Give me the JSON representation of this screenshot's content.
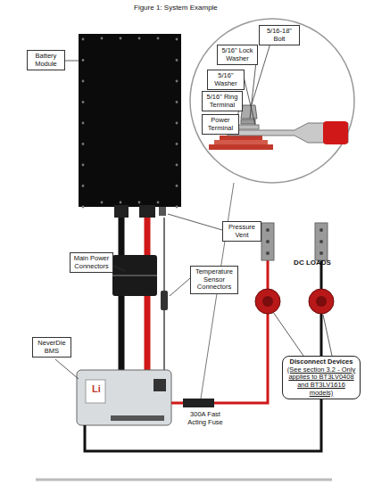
{
  "diagram": {
    "title": "Figure 1: System Example",
    "nodes": [
      {
        "text": [
          "Battery Module"
        ]
      },
      {
        "text": [
          "5/16-18\" Bolt"
        ]
      },
      {
        "text": [
          "5/16\" Lock Washer"
        ]
      },
      {
        "text": [
          "5/16\" Washer"
        ]
      },
      {
        "text": [
          "5/16\" Ring Terminal"
        ]
      },
      {
        "text": [
          "Power Terminal"
        ]
      },
      {
        "text": [
          "Pressure Vent"
        ]
      },
      {
        "text": [
          "Main Power Connectors"
        ]
      },
      {
        "text": [
          "Temperature Sensor Connectors"
        ]
      },
      {
        "text": [
          "NeverDie BMS"
        ]
      },
      {
        "text": [
          "Disconnect Devices",
          "(See section 3.2 - Only applies to BT3LV0408 and BT3LV1616 models)"
        ]
      }
    ],
    "labels": [
      "DC LOADS",
      "300A Fast Acting Fuse",
      "Li"
    ]
  }
}
